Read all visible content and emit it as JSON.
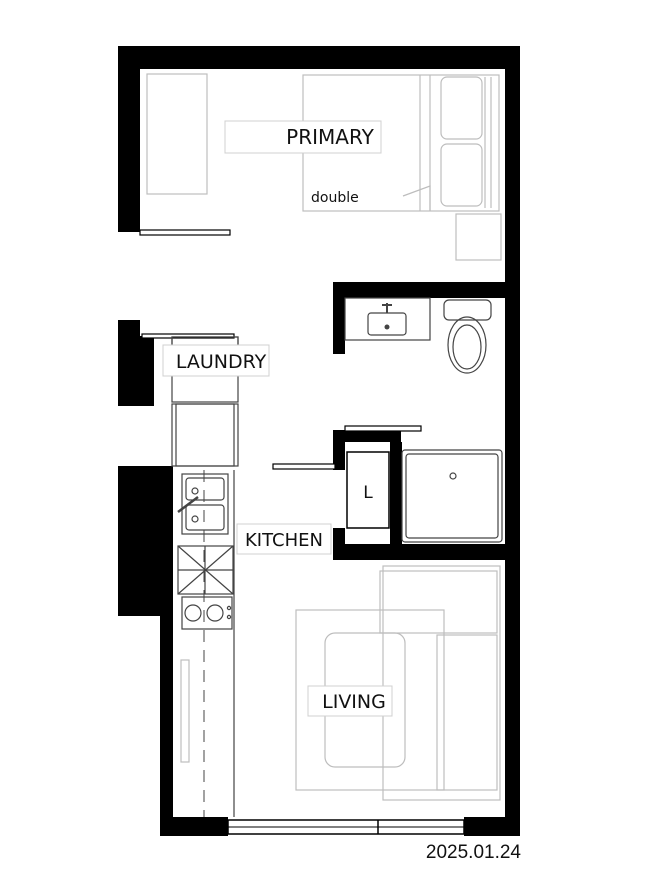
{
  "rooms": {
    "primary": "PRIMARY",
    "laundry": "LAUNDRY",
    "kitchen": "KITCHEN",
    "living": "LIVING"
  },
  "bed_label": "double",
  "closet_label": "L",
  "date": "2025.01.24",
  "colors": {
    "wall": "#000000",
    "furniture": "#bdbdbd",
    "fixture": "#444444",
    "background": "#ffffff"
  }
}
